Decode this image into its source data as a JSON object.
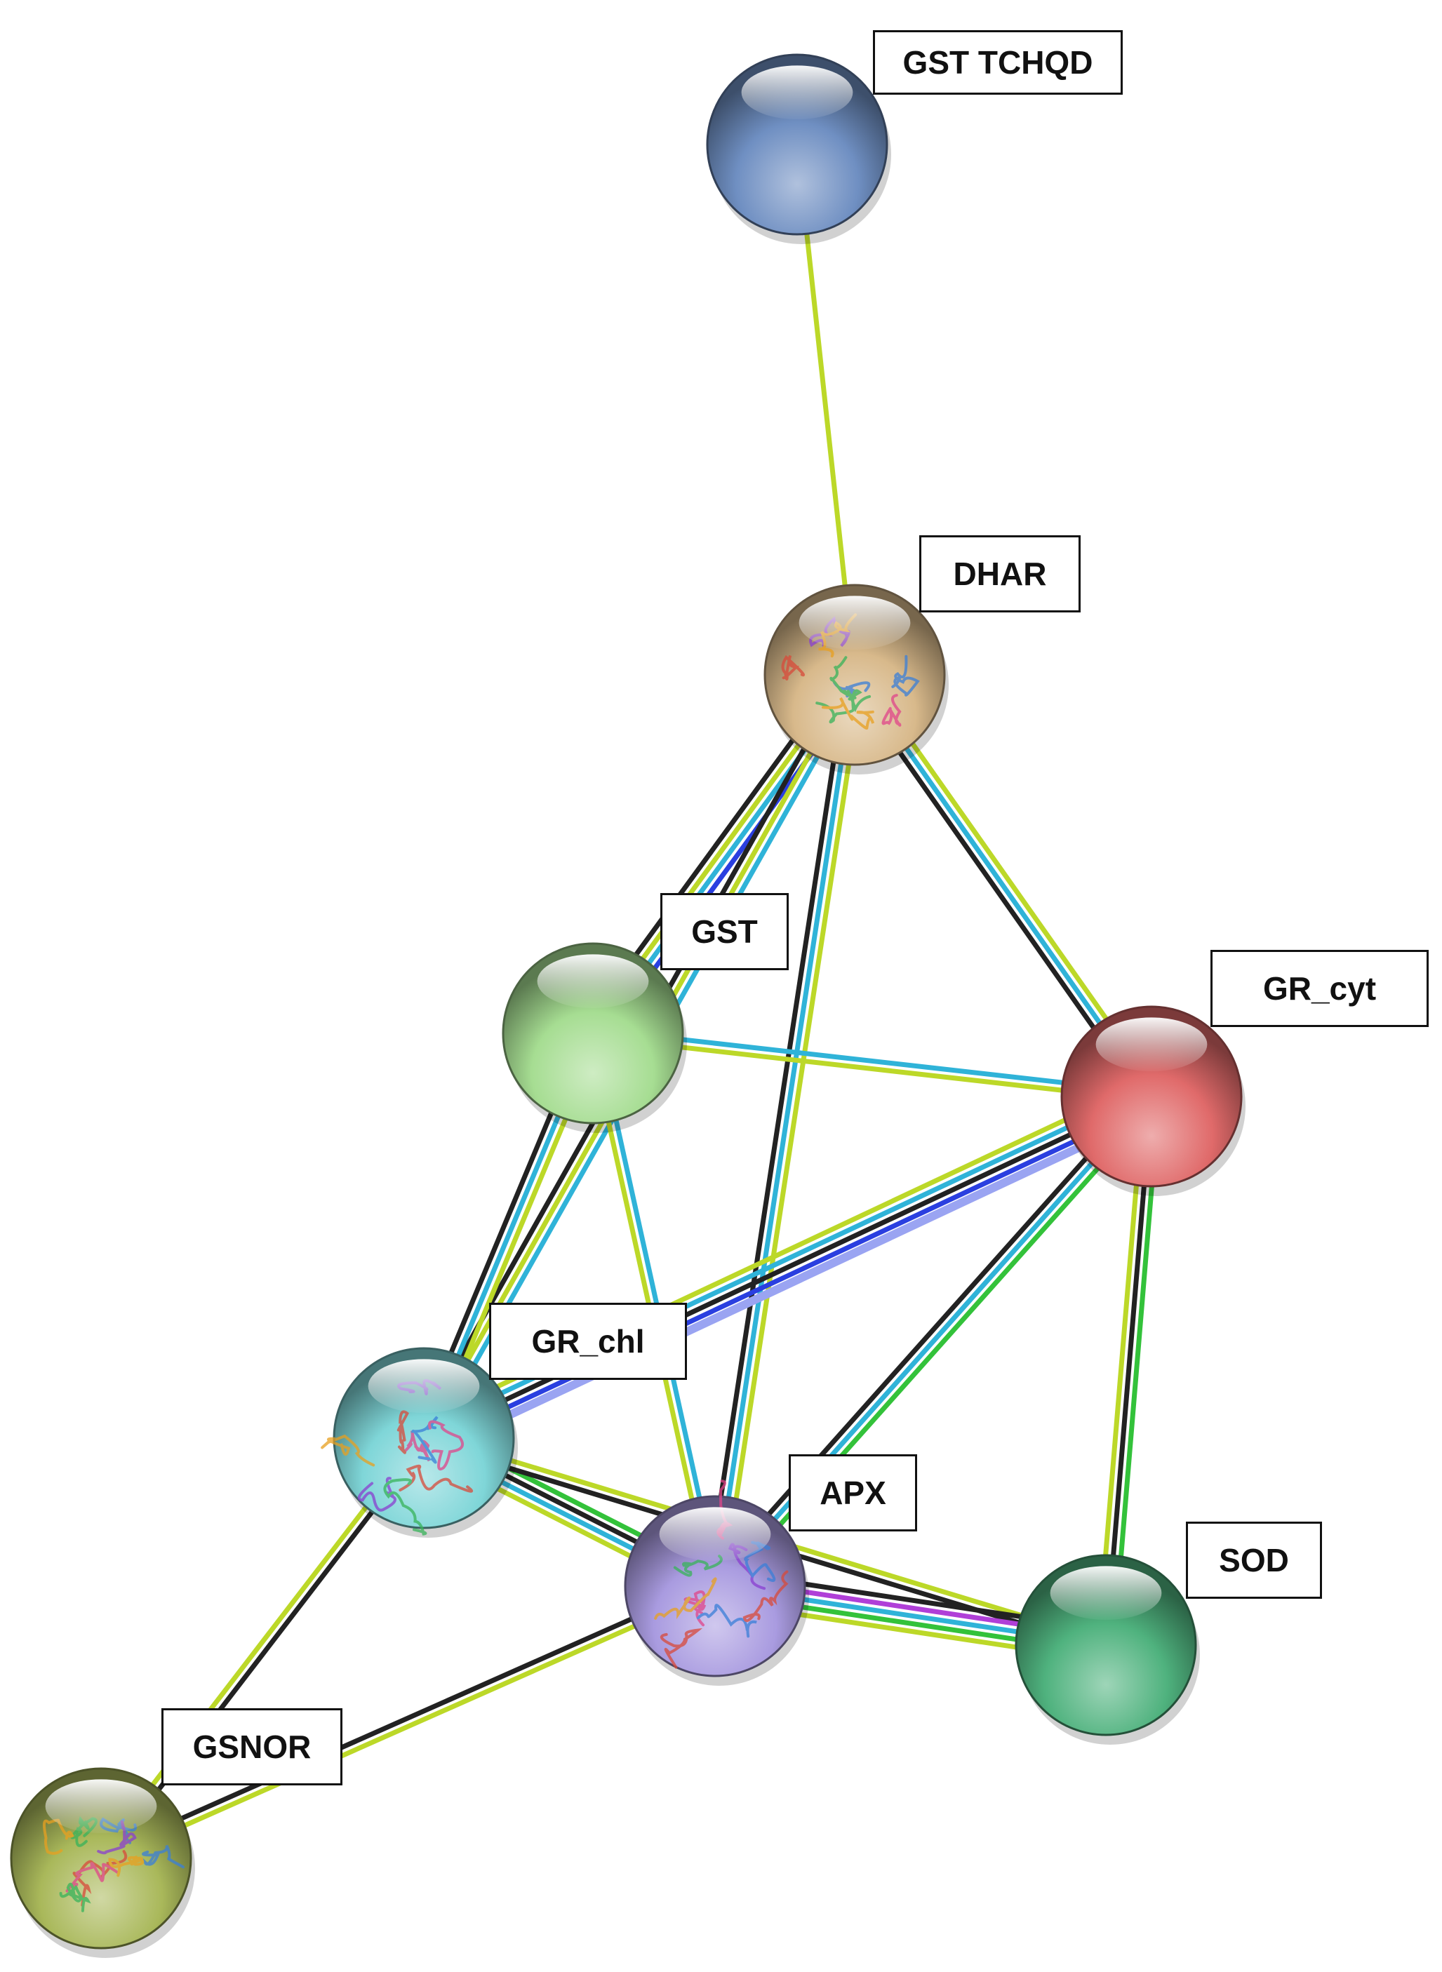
{
  "edge_colors": {
    "textmining": "#bcd828",
    "coexpression": "#222222",
    "database": "#2fb3d8",
    "experimental": "#b03fd8",
    "homology": "#2a3fe0",
    "homology_light": "#9aa4f2",
    "neighborhood": "#33c23a"
  },
  "nodes": [
    {
      "id": "gst_tchqd",
      "label": "GST TCHQD",
      "color": "#6f8fc2",
      "texture": "none"
    },
    {
      "id": "dhar",
      "label": "DHAR",
      "color": "#d8b98b",
      "texture": "protein-structure"
    },
    {
      "id": "gst",
      "label": "GST",
      "color": "#a6dd92",
      "texture": "none"
    },
    {
      "id": "gr_cyt",
      "label": "GR_cyt",
      "color": "#e06a6a",
      "texture": "none"
    },
    {
      "id": "gr_chl",
      "label": "GR_chl",
      "color": "#7fd6d8",
      "texture": "protein-structure"
    },
    {
      "id": "apx",
      "label": "APX",
      "color": "#a99be0",
      "texture": "protein-structure"
    },
    {
      "id": "sod",
      "label": "SOD",
      "color": "#4fb27e",
      "texture": "none"
    },
    {
      "id": "gsnor",
      "label": "GSNOR",
      "color": "#a9b85a",
      "texture": "protein-structure"
    }
  ],
  "edges": [
    {
      "source": "gst_tchqd",
      "target": "dhar",
      "evidence": [
        "textmining"
      ]
    },
    {
      "source": "dhar",
      "target": "gst",
      "evidence": [
        "homology",
        "database",
        "textmining",
        "coexpression"
      ]
    },
    {
      "source": "dhar",
      "target": "gr_cyt",
      "evidence": [
        "textmining",
        "database",
        "coexpression"
      ]
    },
    {
      "source": "dhar",
      "target": "gr_chl",
      "evidence": [
        "database",
        "textmining",
        "coexpression"
      ]
    },
    {
      "source": "dhar",
      "target": "apx",
      "evidence": [
        "textmining",
        "database",
        "coexpression"
      ]
    },
    {
      "source": "gst",
      "target": "gr_cyt",
      "evidence": [
        "database",
        "textmining"
      ]
    },
    {
      "source": "gst",
      "target": "gr_chl",
      "evidence": [
        "textmining",
        "database",
        "coexpression"
      ]
    },
    {
      "source": "gst",
      "target": "apx",
      "evidence": [
        "database",
        "textmining"
      ]
    },
    {
      "source": "gr_cyt",
      "target": "gr_chl",
      "evidence": [
        "homology_light",
        "homology",
        "coexpression",
        "database",
        "textmining"
      ]
    },
    {
      "source": "gr_cyt",
      "target": "apx",
      "evidence": [
        "neighborhood",
        "database",
        "coexpression"
      ]
    },
    {
      "source": "gr_cyt",
      "target": "sod",
      "evidence": [
        "neighborhood",
        "coexpression",
        "textmining"
      ]
    },
    {
      "source": "gr_chl",
      "target": "apx",
      "evidence": [
        "neighborhood",
        "coexpression",
        "database",
        "textmining"
      ]
    },
    {
      "source": "gr_chl",
      "target": "sod",
      "evidence": [
        "textmining",
        "coexpression"
      ]
    },
    {
      "source": "gr_chl",
      "target": "gsnor",
      "evidence": [
        "coexpression",
        "textmining"
      ]
    },
    {
      "source": "apx",
      "target": "sod",
      "evidence": [
        "coexpression",
        "experimental",
        "database",
        "neighborhood",
        "textmining"
      ]
    },
    {
      "source": "apx",
      "target": "gsnor",
      "evidence": [
        "textmining",
        "coexpression"
      ]
    }
  ]
}
